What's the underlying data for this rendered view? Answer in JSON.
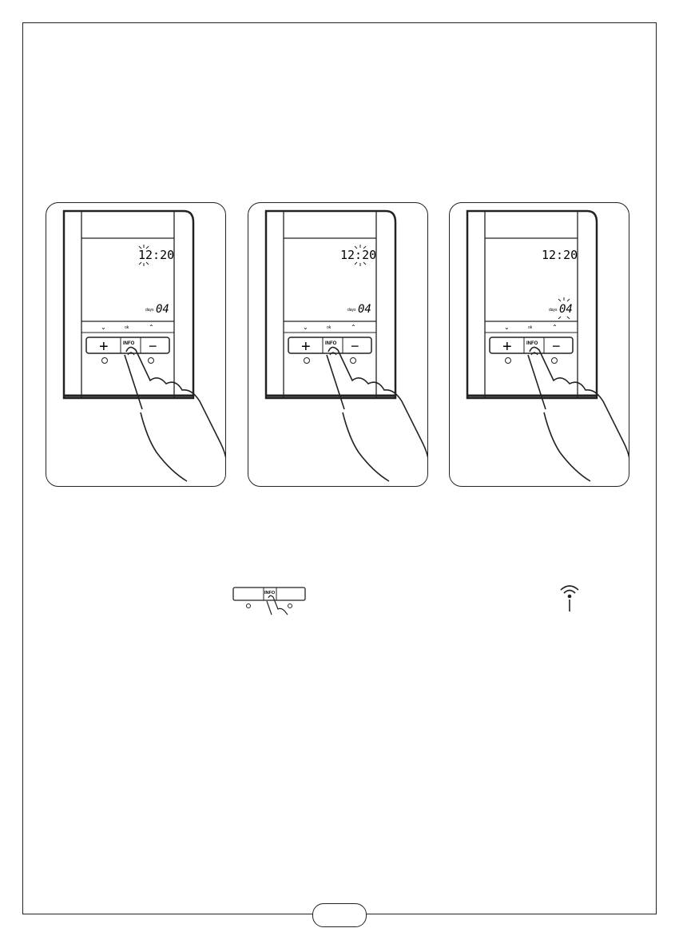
{
  "panels": [
    {
      "time": "12:20",
      "days_label": "days",
      "days_value": "04",
      "blink": "hours"
    },
    {
      "time": "12:20",
      "days_label": "days",
      "days_value": "04",
      "blink": "minutes"
    },
    {
      "time": "12:20",
      "days_label": "days",
      "days_value": "04",
      "blink": "days"
    }
  ],
  "controls": {
    "plus": "+",
    "minus": "−",
    "info": "INFO",
    "down": "⌄",
    "ok": "ok",
    "up": "⌃"
  },
  "icons": [
    "fan-icon",
    "info-icon",
    "wireless-signal-icon",
    "hand-pointer-icon"
  ],
  "page_number": ""
}
